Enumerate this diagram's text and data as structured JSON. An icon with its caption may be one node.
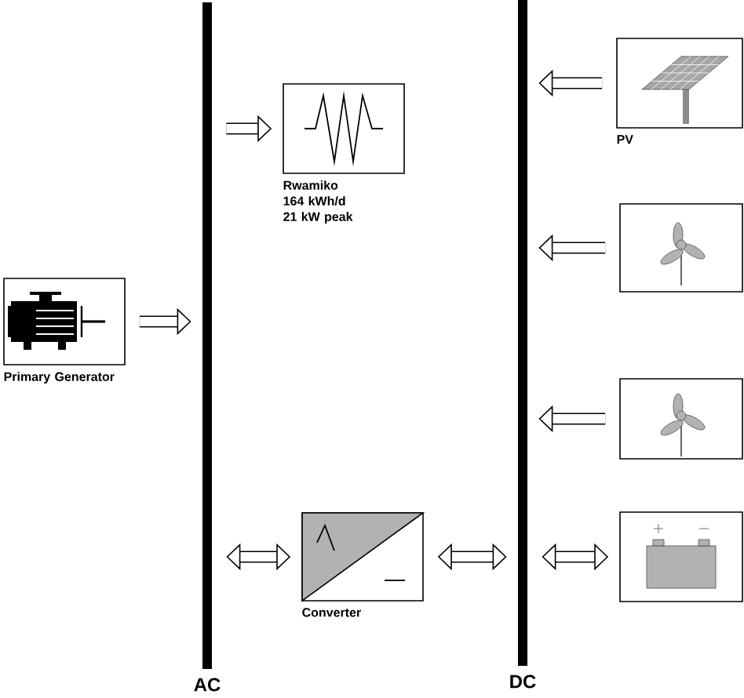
{
  "diagram": {
    "nodes": [
      {
        "text": [
          "AC"
        ]
      },
      {
        "text": [
          "DC"
        ]
      },
      {
        "text": [
          "Rwamiko 164 kWh/d 21 kW peak"
        ]
      },
      {
        "text": [
          "PV"
        ]
      },
      {
        "text": [],
        "shape": "box"
      },
      {
        "text": [
          "Primary Generator"
        ]
      },
      {
        "text": [],
        "shape": "box"
      },
      {
        "text": [
          "Converter"
        ]
      },
      {
        "text": [],
        "shape": "box"
      }
    ],
    "edges": [
      {
        "from": 0,
        "to": 2,
        "arrow": "to"
      },
      {
        "from": 3,
        "to": 1,
        "arrow": "to"
      },
      {
        "from": 4,
        "to": 1,
        "arrow": "to"
      },
      {
        "from": 5,
        "to": 0,
        "arrow": "to"
      },
      {
        "from": 6,
        "to": 1,
        "arrow": "to"
      },
      {
        "from": 0,
        "to": 7,
        "arrow": "both"
      },
      {
        "from": 7,
        "to": 1,
        "arrow": "both"
      },
      {
        "from": 1,
        "to": 8,
        "arrow": "both"
      }
    ]
  }
}
